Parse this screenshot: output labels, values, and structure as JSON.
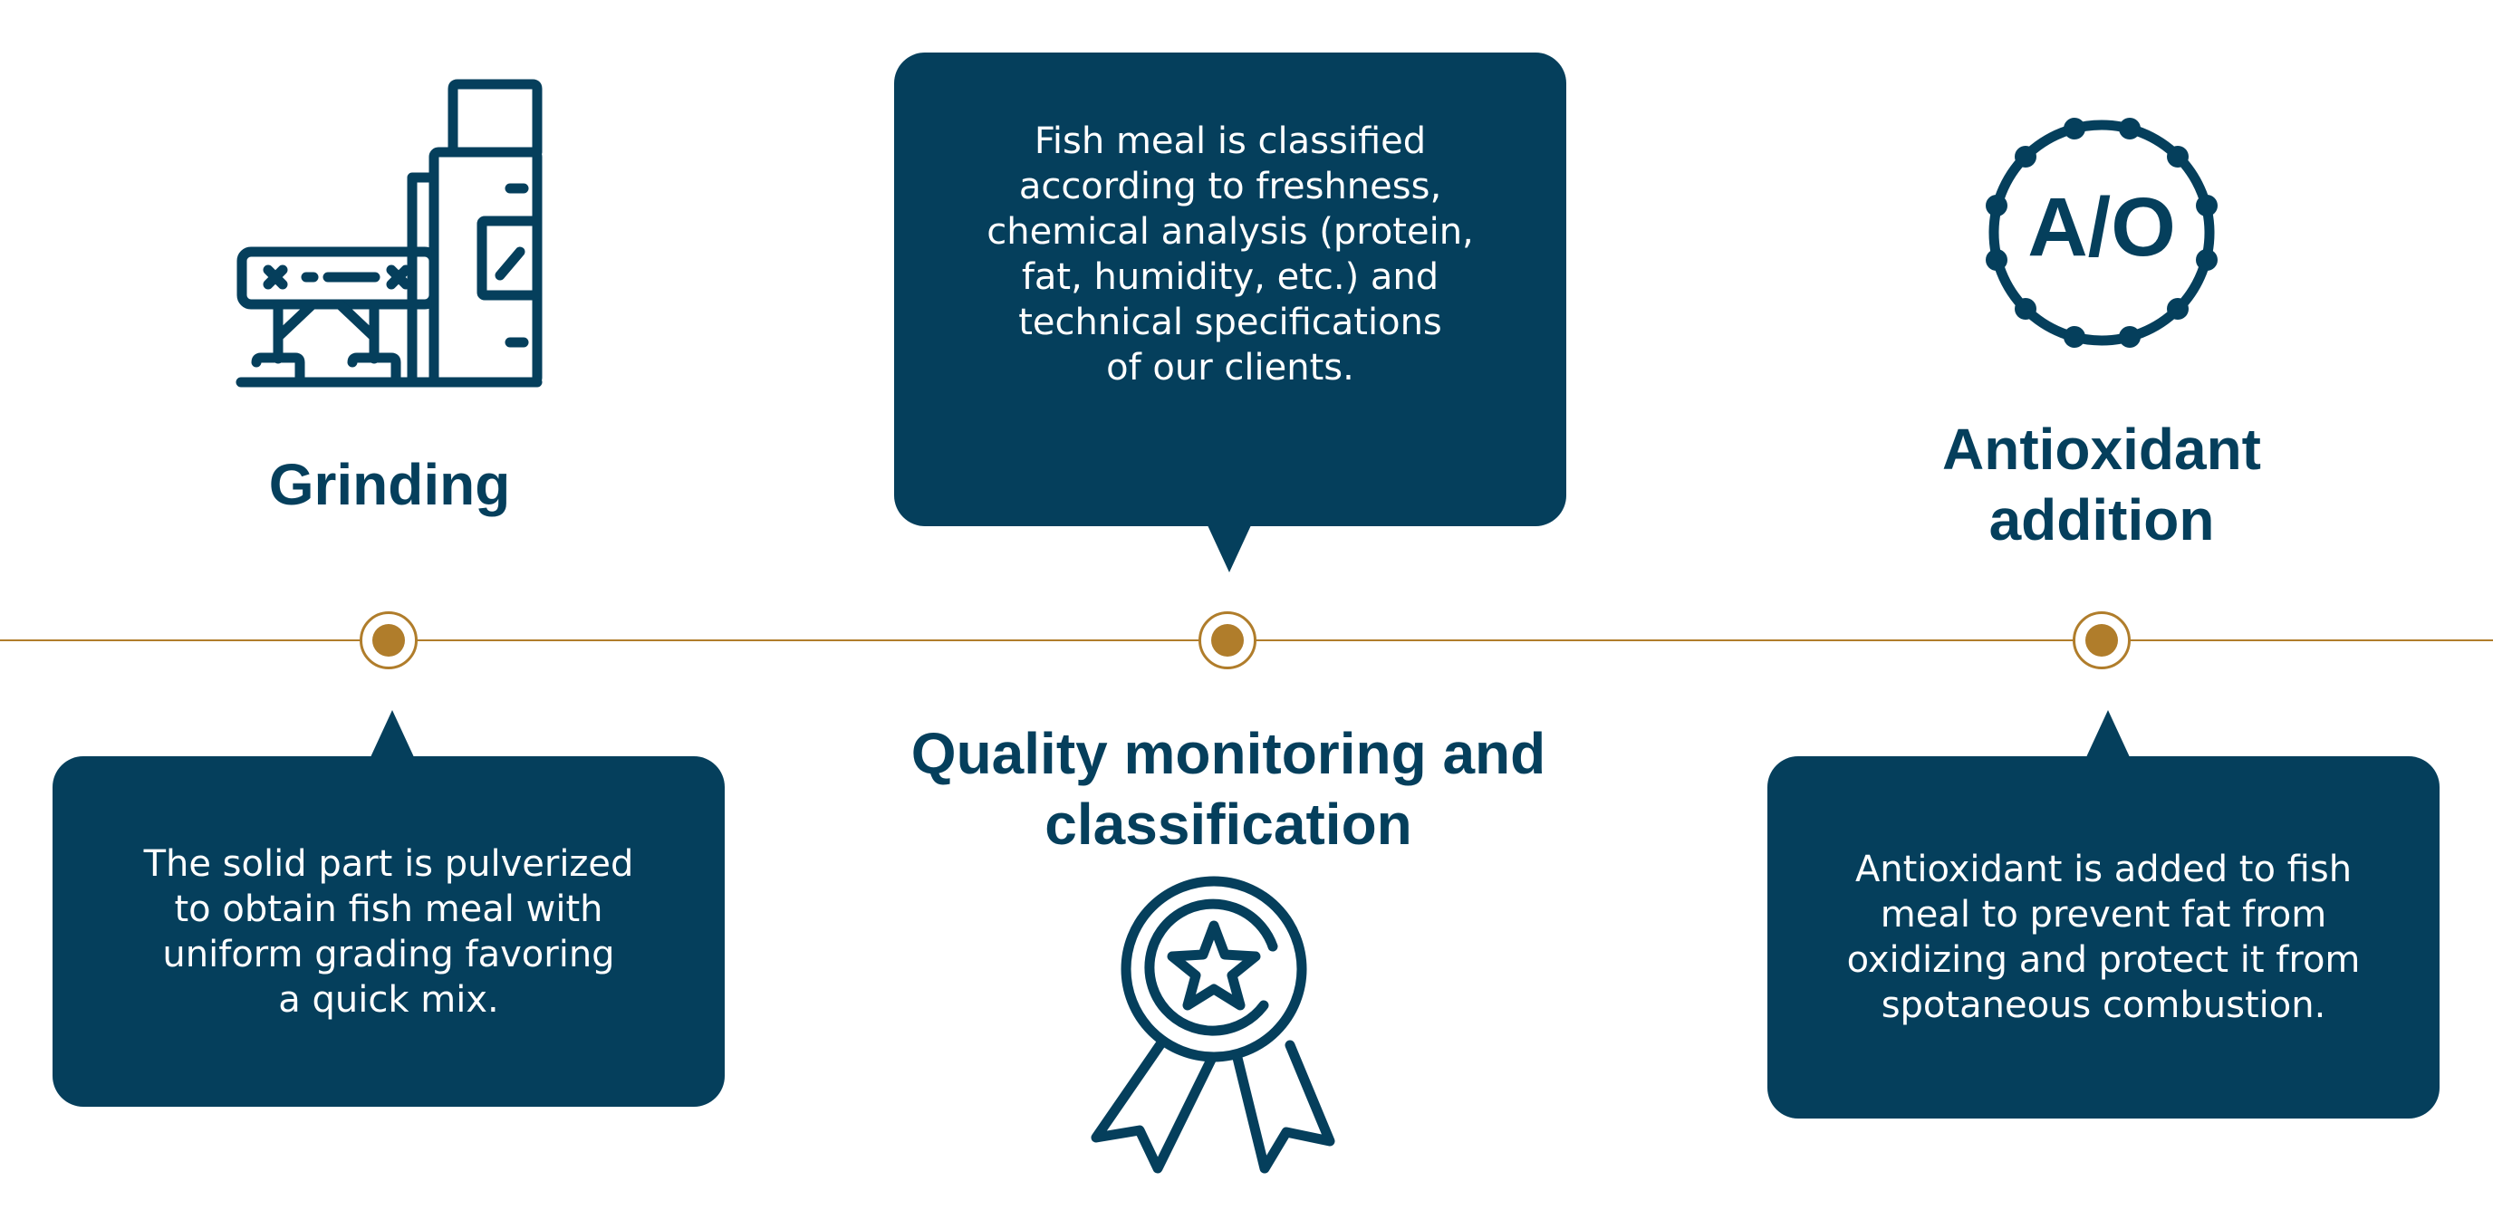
{
  "colors": {
    "primary": "#053f5c",
    "accent": "#b07d2b",
    "background": "#ffffff"
  },
  "steps": [
    {
      "title": "Grinding",
      "description": "The solid part is pulverized\nto obtain fish meal with\nuniform grading favoring\na quick mix.",
      "icon": "grinding-machine-icon"
    },
    {
      "title": "Quality monitoring and\nclassification",
      "description": "Fish meal is classified\naccording to freshness,\nchemical analysis (protein,\nfat, humidity, etc.) and\ntechnical specifications\nof our clients.",
      "icon": "award-ribbon-icon"
    },
    {
      "title": "Antioxidant\naddition",
      "description": "Antioxidant is added to fish\nmeal to prevent fat from\noxidizing and protect it from\nspotaneous combustion.",
      "icon": "antioxidant-icon",
      "icon_text": "A/O"
    }
  ]
}
